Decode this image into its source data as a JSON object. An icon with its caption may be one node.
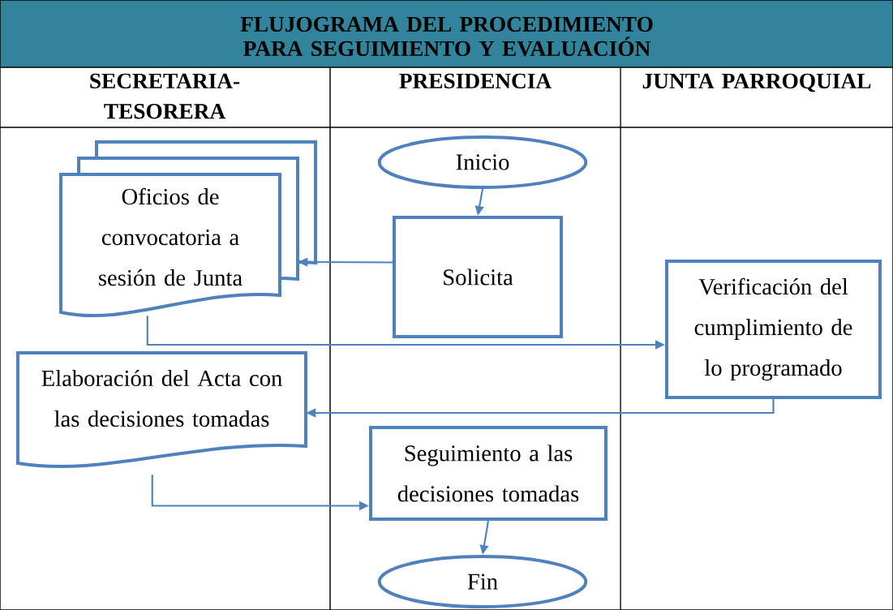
{
  "diagram": {
    "title": "FLUJOGRAMA DEL PROCEDIMIENTO PARA SEGUIMIENTO Y EVALUACIÓN",
    "nodes": [
      {
        "text": [
          "Inicio"
        ]
      },
      {
        "text": [
          "Solicita"
        ]
      },
      {
        "text": [
          "Oficios de convocatoria a sesión de Junta"
        ]
      },
      {
        "text": [
          "Verificación del cumplimiento de lo programado"
        ]
      },
      {
        "text": [
          "Elaboración del Acta con las decisiones tomadas"
        ]
      },
      {
        "text": [
          "Seguimiento a las decisiones tomadas"
        ]
      },
      {
        "text": [
          "Fin"
        ]
      }
    ],
    "edges": [
      {
        "from": 0,
        "to": 1,
        "arrow": "to"
      },
      {
        "from": 1,
        "to": 2,
        "arrow": "to"
      },
      {
        "from": 2,
        "to": 3,
        "arrow": "to"
      },
      {
        "from": 3,
        "to": 4,
        "arrow": "to"
      },
      {
        "from": 4,
        "to": 5,
        "arrow": "to"
      },
      {
        "from": 5,
        "to": 6,
        "arrow": "to"
      }
    ],
    "labels": [
      "SECRETARIA-TESORERA",
      "PRESIDENCIA",
      "JUNTA PARROQUIAL"
    ]
  }
}
